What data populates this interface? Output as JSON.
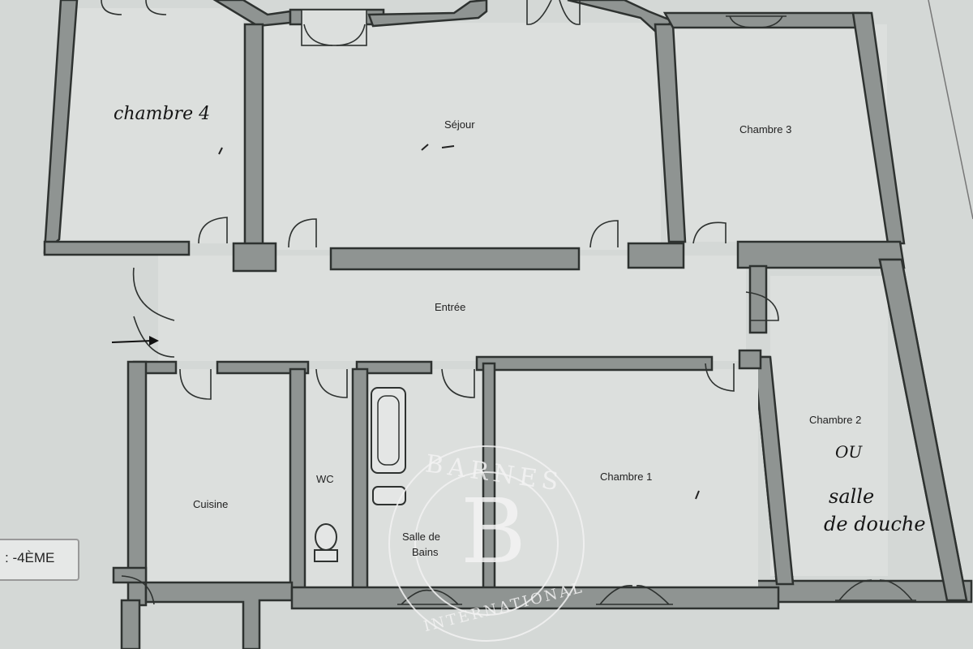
{
  "rooms": {
    "chambre4": "chambre 4",
    "sejour": "Séjour",
    "chambre3": "Chambre 3",
    "entree": "Entrée",
    "cuisine": "Cuisine",
    "wc": "WC",
    "salle_de_bains_line1": "Salle de",
    "salle_de_bains_line2": "Bains",
    "chambre1": "Chambre 1",
    "chambre2": "Chambre 2"
  },
  "handwritten_notes": {
    "ou": "OU",
    "salle_line1": "salle",
    "salle_line2": "de douche"
  },
  "level_label": ": -4ÈME",
  "watermark": {
    "brand": "BARNES",
    "monogram": "B",
    "subtitle": "INTERNATIONAL"
  },
  "colors": {
    "wall_fill": "#8f9492",
    "wall_outline": "#2e3230",
    "paper": "#d4d8d6"
  }
}
